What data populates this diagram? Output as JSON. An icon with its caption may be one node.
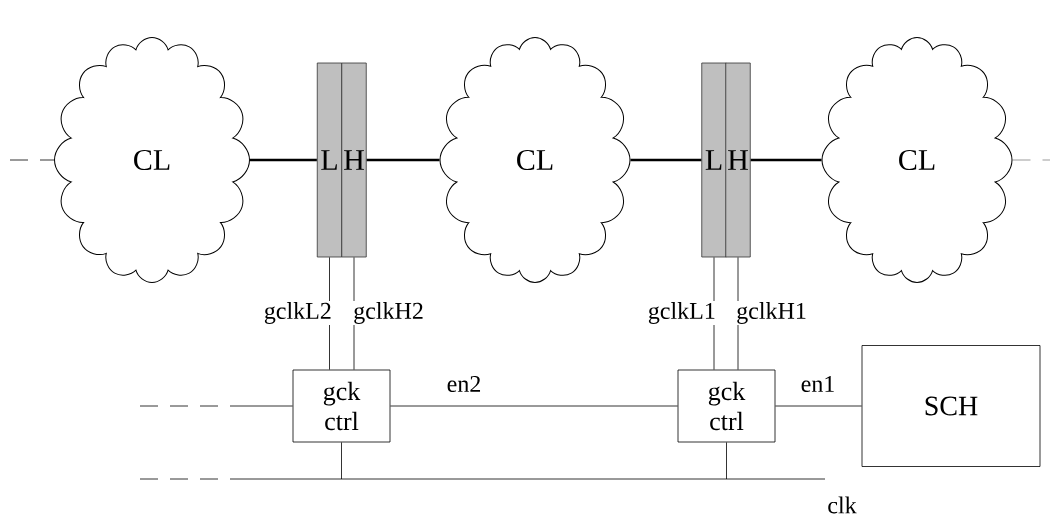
{
  "diagram": {
    "nodes": [
      {
        "text": [
          "CL"
        ]
      },
      {
        "text": [
          "L"
        ]
      },
      {
        "text": [
          "H"
        ]
      },
      {
        "text": [
          "CL"
        ]
      },
      {
        "text": [
          "L"
        ]
      },
      {
        "text": [
          "H"
        ]
      },
      {
        "text": [
          "CL"
        ]
      },
      {
        "text": [
          "gck ctrl"
        ]
      },
      {
        "text": [
          "gck ctrl"
        ]
      },
      {
        "text": [
          "SCH"
        ]
      }
    ],
    "edges": [
      {
        "from": null,
        "to": 0,
        "arrow": "none",
        "style": "dashed"
      },
      {
        "from": 0,
        "to": 1,
        "arrow": "none",
        "style": "thick"
      },
      {
        "from": 2,
        "to": 3,
        "arrow": "none",
        "style": "thick"
      },
      {
        "from": 3,
        "to": 4,
        "arrow": "none",
        "style": "thick"
      },
      {
        "from": 5,
        "to": 6,
        "arrow": "none",
        "style": "thick"
      },
      {
        "from": 6,
        "to": null,
        "arrow": "none",
        "style": "dashed"
      },
      {
        "from": 1,
        "to": 7,
        "arrow": "none",
        "label": "gclkL2"
      },
      {
        "from": 2,
        "to": 7,
        "arrow": "none",
        "label": "gclkH2"
      },
      {
        "from": 4,
        "to": 8,
        "arrow": "none",
        "label": "gclkL1"
      },
      {
        "from": 5,
        "to": 8,
        "arrow": "none",
        "label": "gclkH1"
      },
      {
        "from": null,
        "to": 7,
        "arrow": "none",
        "style": "dashed"
      },
      {
        "from": 7,
        "to": 8,
        "arrow": "none",
        "label": "en2"
      },
      {
        "from": 8,
        "to": 9,
        "arrow": "none",
        "label": "en1"
      },
      {
        "from": null,
        "to": 7,
        "arrow": "none"
      },
      {
        "from": null,
        "to": 8,
        "arrow": "none"
      }
    ],
    "labels": [
      "clk"
    ]
  }
}
